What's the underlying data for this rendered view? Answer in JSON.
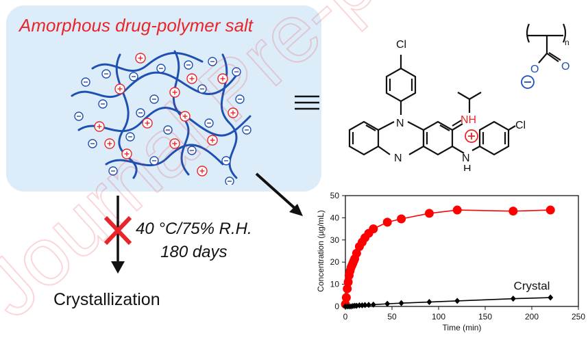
{
  "figure": {
    "title": "Amorphous drug-polymer salt",
    "condition_line1": "40 °C/75% R.H.",
    "condition_line2": "180 days",
    "outcome": "Crystallization",
    "structure_labels": {
      "chlorine": "Cl",
      "nitrogen": "N",
      "iminium": "NH",
      "amine": "H",
      "repeat_n": "n",
      "oxygen": "O"
    },
    "watermark": "Journal Pre-proof",
    "colors": {
      "accent": "#e8252b",
      "polymer": "#1e50b4",
      "panel": "#dcecf8"
    }
  },
  "chart_data": {
    "type": "scatter",
    "xlabel": "Time (min)",
    "ylabel": "Concentration (µg/mL)",
    "xlim": [
      0,
      250
    ],
    "ylim": [
      0,
      50
    ],
    "xticks": [
      0,
      50,
      100,
      150,
      200,
      250
    ],
    "yticks": [
      0,
      10,
      20,
      30,
      40,
      50
    ],
    "grid": false,
    "annotation": "Crystal",
    "series": [
      {
        "color": "#ff0000",
        "marker": "circle",
        "x": [
          0,
          1,
          2,
          3,
          4,
          5,
          6,
          7,
          8,
          9,
          10,
          12,
          15,
          18,
          21,
          25,
          30,
          45,
          60,
          90,
          120,
          180,
          220
        ],
        "y": [
          1,
          4,
          8,
          11,
          14,
          16,
          17.5,
          18.5,
          19.5,
          20.5,
          21.5,
          24,
          27,
          29,
          31,
          33,
          35,
          38,
          39.5,
          42,
          43.5,
          43,
          43.5
        ]
      },
      {
        "name": "Crystal",
        "color": "#000000",
        "marker": "diamond",
        "x": [
          0,
          2,
          4,
          6,
          8,
          10,
          12,
          15,
          18,
          21,
          25,
          30,
          45,
          60,
          90,
          120,
          180,
          220
        ],
        "y": [
          0,
          0,
          0,
          0,
          0.2,
          0.3,
          0.3,
          0.5,
          0.5,
          0.6,
          0.7,
          0.8,
          1.2,
          1.5,
          2,
          2.5,
          3.5,
          4
        ]
      }
    ]
  }
}
